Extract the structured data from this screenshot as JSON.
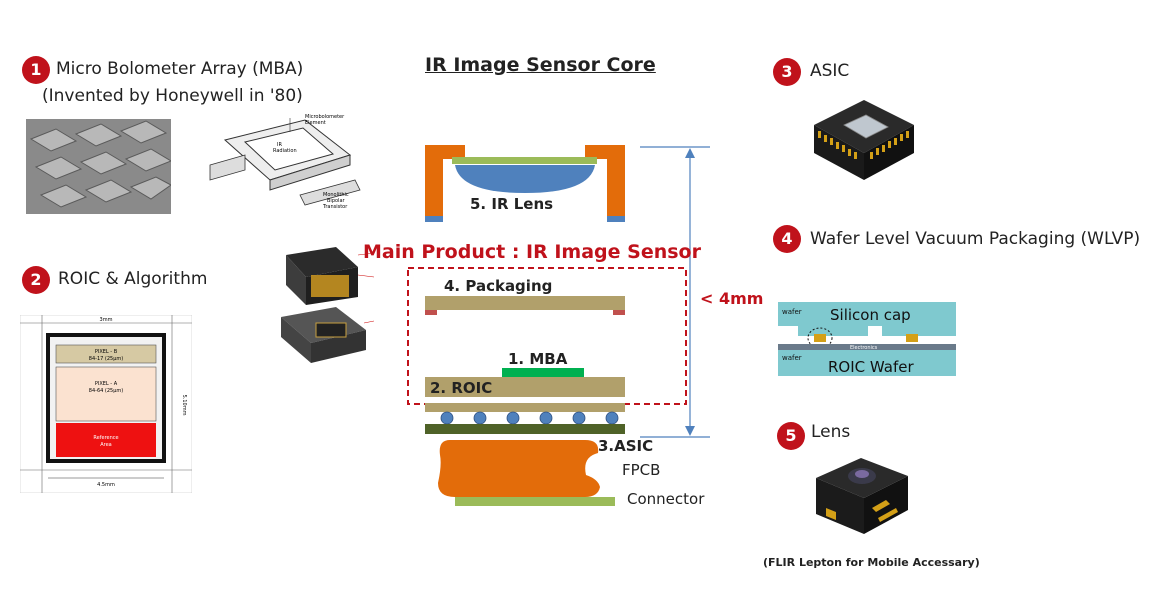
{
  "title": "IR Image Sensor Core",
  "main_product": "Main Product : IR Image Sensor",
  "height_note": "< 4mm",
  "items": [
    {
      "num": "1",
      "label": "Micro Bolometer Array (MBA)",
      "sub": "(Invented by Honeywell in '80)"
    },
    {
      "num": "2",
      "label": "ROIC & Algorithm"
    },
    {
      "num": "3",
      "label": "ASIC"
    },
    {
      "num": "4",
      "label": "Wafer Level Vacuum Packaging (WLVP)"
    },
    {
      "num": "5",
      "label": "Lens",
      "caption": "(FLIR Lepton for Mobile Accessary)"
    }
  ],
  "stack": {
    "lens": "5. IR Lens",
    "packaging": "4. Packaging",
    "mba": "1. MBA",
    "roic": "2. ROIC",
    "asic": "3.ASIC",
    "fpcb": "FPCB",
    "connector": "Connector"
  },
  "wlvp": {
    "cap": "Silicon cap",
    "roic": "ROIC Wafer",
    "wafer_top": "wafer",
    "wafer_bottom": "wafer",
    "electronics": "Electronics"
  },
  "roic_diagram": {
    "pixel_b": "PIXEL - B",
    "pixel_b_sub": "84-17 (25μm)",
    "pixel_a": "PIXEL - A",
    "pixel_a_sub": "84-64 (25μm)",
    "red": "Reference",
    "red_sub": "Area",
    "width": "4.5mm",
    "top": "3mm",
    "side": "5.10mm"
  },
  "mba_drawing": {
    "l1": "Microbolometer",
    "l2": "Element",
    "l3": "IR",
    "l4": "Radiation",
    "l5": "Monolithic",
    "l6": "Bipolar",
    "l7": "Transistor"
  },
  "colors": {
    "red": "#c0121b",
    "orange": "#e36c0a",
    "olive": "#b1a06b",
    "green": "#00b050",
    "blue": "#4f81bd",
    "dark_green": "#4f6228"
  }
}
